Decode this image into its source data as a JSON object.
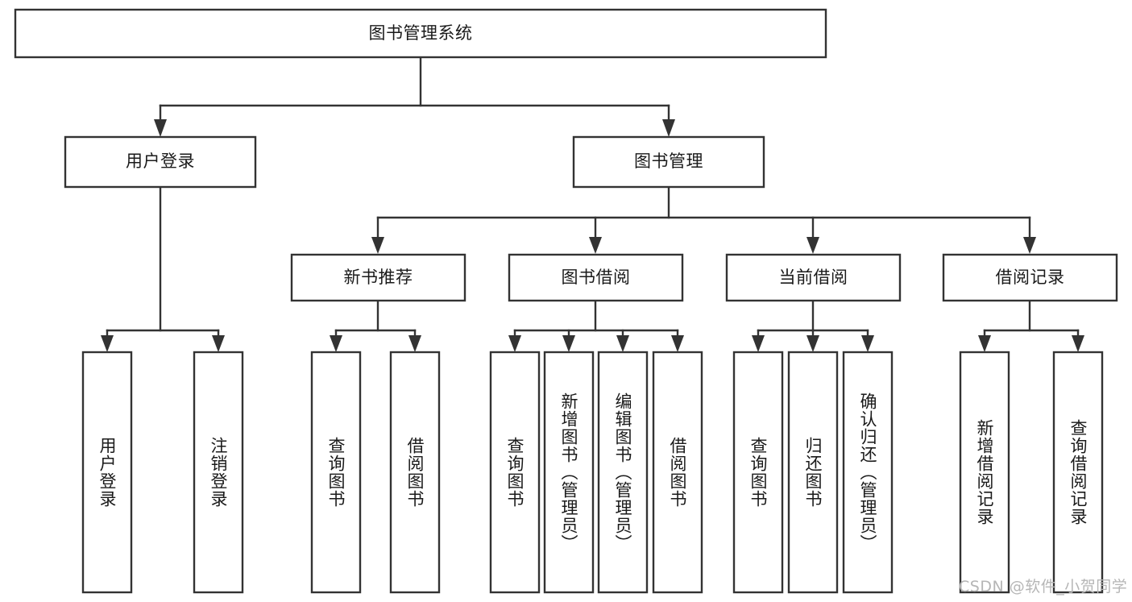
{
  "diagram": {
    "type": "tree-hierarchy-chart",
    "title": "图书管理系统",
    "background_color": "#ffffff",
    "line_color": "#333333",
    "text_color": "#1a1a1a",
    "levels": 4,
    "root": {
      "id": "root",
      "label": "图书管理系统"
    },
    "level2": [
      {
        "id": "user-login",
        "label": "用户登录"
      },
      {
        "id": "book-management",
        "label": "图书管理"
      }
    ],
    "level3": [
      {
        "id": "new-book-recommend",
        "label": "新书推荐",
        "parent": "book-management"
      },
      {
        "id": "book-borrow",
        "label": "图书借阅",
        "parent": "book-management"
      },
      {
        "id": "current-borrow",
        "label": "当前借阅",
        "parent": "book-management"
      },
      {
        "id": "borrow-record",
        "label": "借阅记录",
        "parent": "book-management"
      }
    ],
    "leaves": {
      "user-login": [
        {
          "id": "leaf-user-login",
          "label": "用户登录"
        },
        {
          "id": "leaf-logout-login",
          "label": "注销登录"
        }
      ],
      "new-book-recommend": [
        {
          "id": "leaf-query-book-1",
          "label": "查询图书"
        },
        {
          "id": "leaf-borrow-book-1",
          "label": "借阅图书"
        }
      ],
      "book-borrow": [
        {
          "id": "leaf-query-book-2",
          "label": "查询图书"
        },
        {
          "id": "leaf-add-book",
          "label": "新增图书（管理员）"
        },
        {
          "id": "leaf-edit-book",
          "label": "编辑图书（管理员）"
        },
        {
          "id": "leaf-borrow-book-2",
          "label": "借阅图书"
        }
      ],
      "current-borrow": [
        {
          "id": "leaf-query-book-3",
          "label": "查询图书"
        },
        {
          "id": "leaf-return-book",
          "label": "归还图书"
        },
        {
          "id": "leaf-confirm-return",
          "label": "确认归还（管理员）"
        }
      ],
      "borrow-record": [
        {
          "id": "leaf-add-record",
          "label": "新增借阅记录"
        },
        {
          "id": "leaf-query-record",
          "label": "查询借阅记录"
        }
      ]
    }
  },
  "watermark": {
    "text": "CSDN @软件_小贺同学"
  }
}
